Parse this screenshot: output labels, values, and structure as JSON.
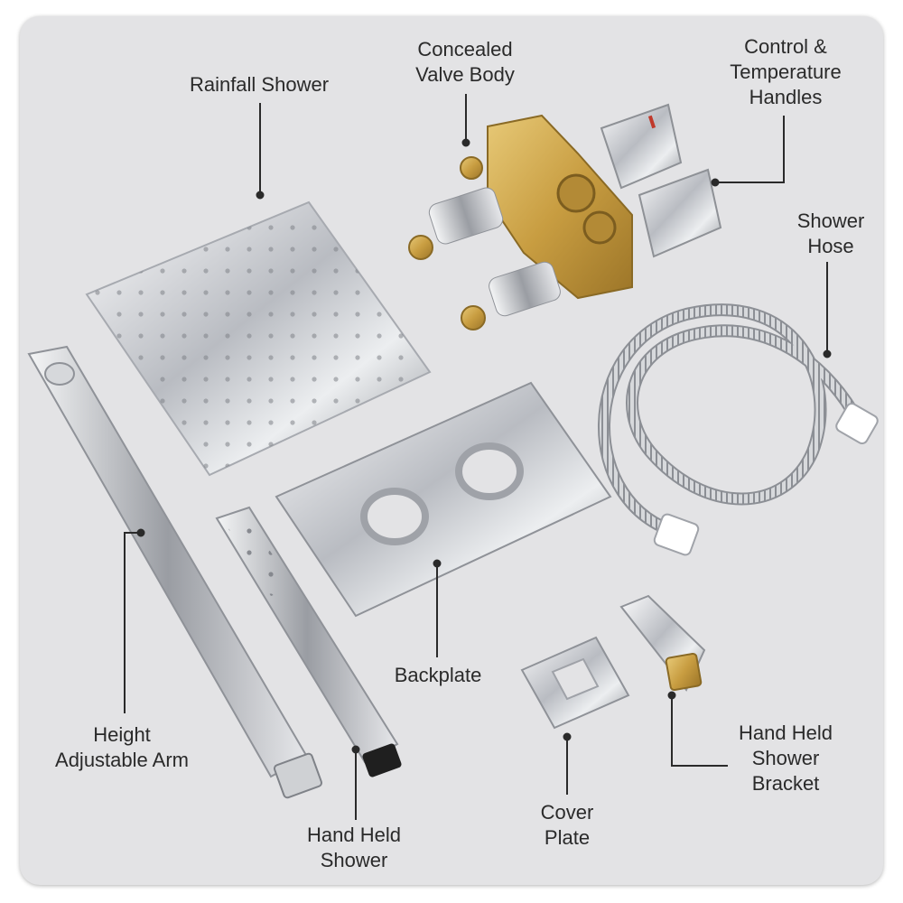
{
  "labels": {
    "rainfall_shower": [
      "Rainfall Shower"
    ],
    "concealed_valve_body": [
      "Concealed",
      "Valve Body"
    ],
    "control_handles": [
      "Control &",
      "Temperature",
      "Handles"
    ],
    "shower_hose": [
      "Shower",
      "Hose"
    ],
    "backplate": [
      "Backplate"
    ],
    "height_adjustable_arm": [
      "Height",
      "Adjustable Arm"
    ],
    "hand_held_shower": [
      "Hand Held",
      "Shower"
    ],
    "cover_plate": [
      "Cover",
      "Plate"
    ],
    "hand_held_shower_bracket": [
      "Hand Held",
      "Shower",
      "Bracket"
    ]
  },
  "colors": {
    "panel_background": "#e3e3e5",
    "label_text": "#2a2a2a",
    "leader_line": "#2a2a2a",
    "chrome": "#c9ccd1",
    "brass": "#c9a24a"
  }
}
